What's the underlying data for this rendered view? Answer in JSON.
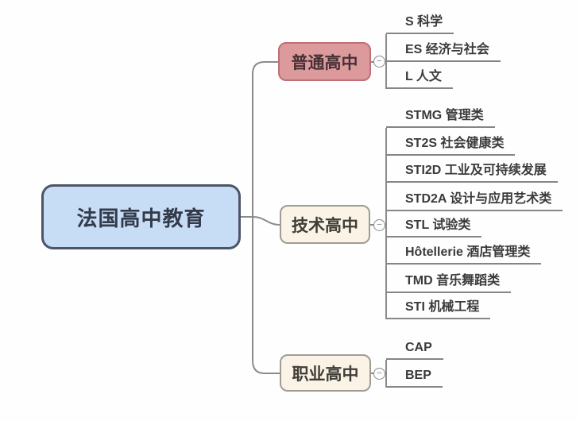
{
  "diagram": {
    "title": "法国高中教育",
    "type": "mindmap"
  },
  "root": {
    "label": "法国高中教育"
  },
  "branches": [
    {
      "label": "普通高中",
      "children": [
        "S 科学",
        "ES 经济与社会",
        "L 人文"
      ]
    },
    {
      "label": "技术高中",
      "children": [
        "STMG 管理类",
        "ST2S 社会健康类",
        "STI2D 工业及可持续发展",
        "STD2A 设计与应用艺术类",
        "STL 试验类",
        "Hôtellerie 酒店管理类",
        "TMD 音乐舞蹈类",
        "STI 机械工程"
      ]
    },
    {
      "label": "职业高中",
      "children": [
        "CAP",
        "BEP"
      ]
    }
  ],
  "ui": {
    "collapse_glyph": "−"
  },
  "colors": {
    "root_fill": "#c7dcf5",
    "root_border": "#4d5468",
    "general_fill": "#dd9a9d",
    "general_border": "#c06f76",
    "tech_fill": "#faf3e6",
    "tech_border": "#9e9d95",
    "line": "#8b8b8b"
  }
}
